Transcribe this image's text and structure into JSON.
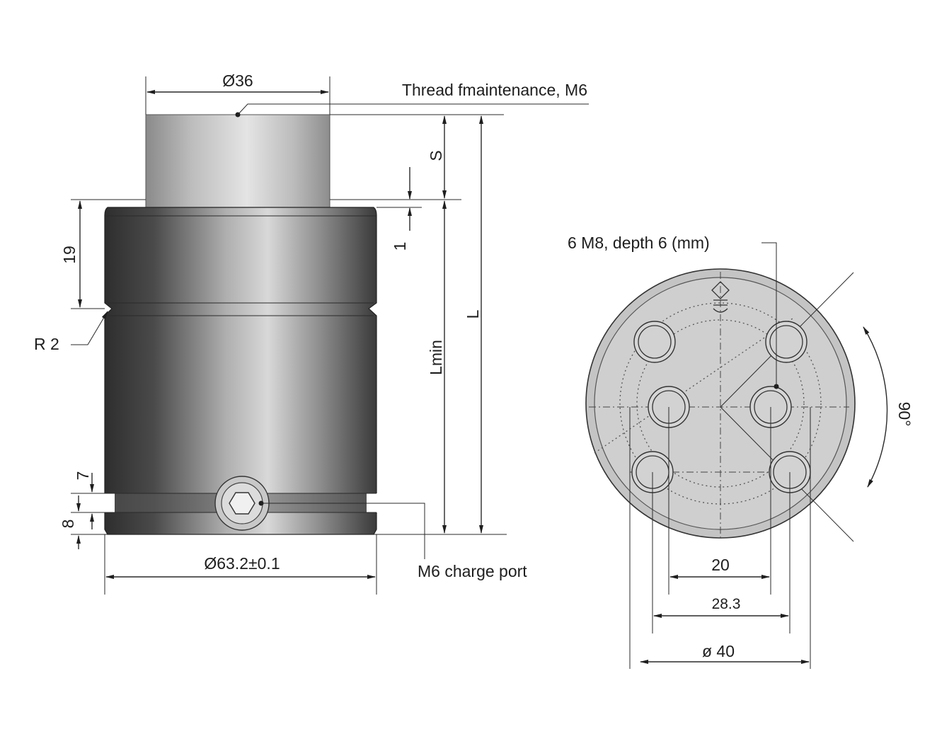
{
  "labels": {
    "rod_diameter": "Ø36",
    "thread_note": "Thread fmaintenance, M6",
    "stroke": "S",
    "one": "1",
    "nineteen": "19",
    "radius": "R 2",
    "lmin": "Lmin",
    "length": "L",
    "seven": "7",
    "eight": "8",
    "body_diameter": "Ø63.2±0.1",
    "charge_port": "M6 charge port",
    "mounting_holes": "6 M8, depth 6 (mm)",
    "angle": "90°",
    "dim_20": "20",
    "dim_28_3": "28.3",
    "dim_40": "ø 40"
  },
  "colors": {
    "body_dark": "#3c3c3c",
    "body_light": "#d2d2d2",
    "face_fill": "#c8c8c8",
    "line": "#2a2a2a"
  }
}
